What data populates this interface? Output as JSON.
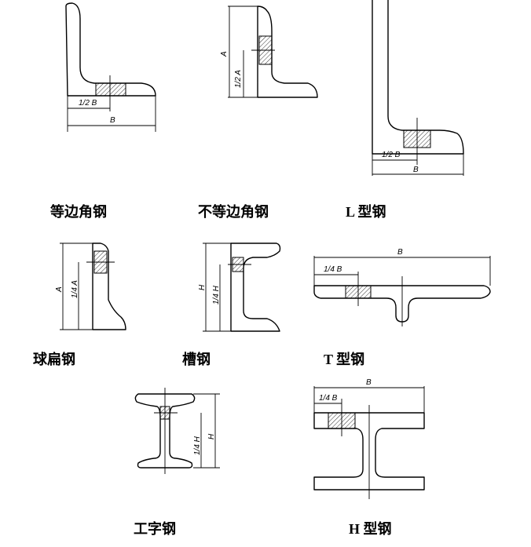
{
  "captions": {
    "equal_angle": "等边角钢",
    "unequal_angle": "不等边角钢",
    "l_steel": "L 型钢",
    "bulb_flat": "球扁钢",
    "channel": "槽钢",
    "t_steel": "T 型钢",
    "i_beam": "工字钢",
    "h_steel": "H 型钢"
  },
  "dims": {
    "B": "B",
    "A": "A",
    "H": "H",
    "half_B": "1/2 B",
    "half_A": "1/2 A",
    "quarter_A": "1/4 A",
    "quarter_H": "1/4 H",
    "quarter_B": "1/4 B"
  }
}
